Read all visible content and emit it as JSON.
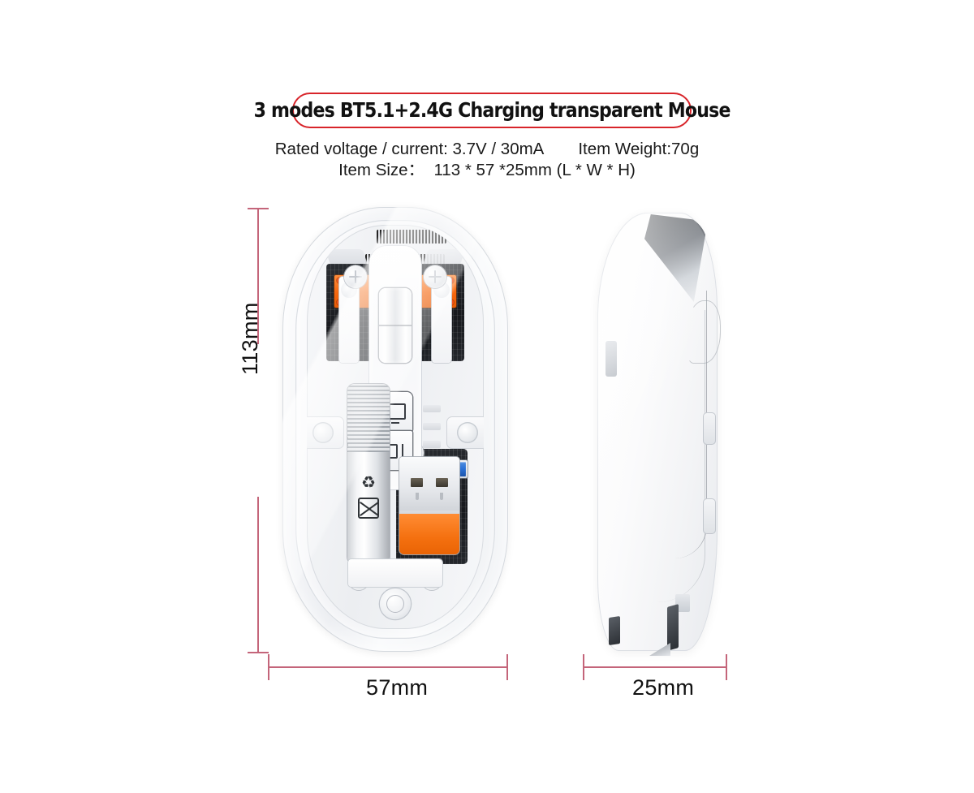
{
  "page": {
    "background_color": "#ffffff",
    "accent_red": "#d8242a",
    "dimension_line_color": "#c4657a",
    "switch_orange": "#f4700f",
    "dip_blue": "#2a6fd4"
  },
  "header": {
    "title": "3 modes BT5.1+2.4G Charging transparent Mouse",
    "spec_line_1_left": "Rated voltage / current: 3.7V / 30mA",
    "spec_line_1_right": "Item Weight:70g",
    "spec_line_2": "Item Size：  113 * 57 *25mm (L * W * H)"
  },
  "dimensions": {
    "height_label": "113mm",
    "width_label": "57mm",
    "depth_label": "25mm"
  },
  "views": {
    "top_view": {
      "name": "transparent-mouse-top-view",
      "components": {
        "scroll_wheel": "scroll-wheel",
        "mode_button_display": "display-mode-button",
        "mode_button_dpi": "dpi-button",
        "battery": "lithium-battery",
        "usb_dongle": "usb-receiver-dongle",
        "dip_switches": "dip-switch-bank",
        "pcb": "printed-circuit-board",
        "micro_switches": "orange-micro-switches",
        "screws": "chassis-screws",
        "sensor": "optical-sensor"
      }
    },
    "side_view": {
      "name": "mouse-side-profile-view",
      "components": {
        "side_buttons": "side-thumb-buttons",
        "charging_port": "charging-port",
        "feet": "mouse-feet"
      }
    }
  }
}
